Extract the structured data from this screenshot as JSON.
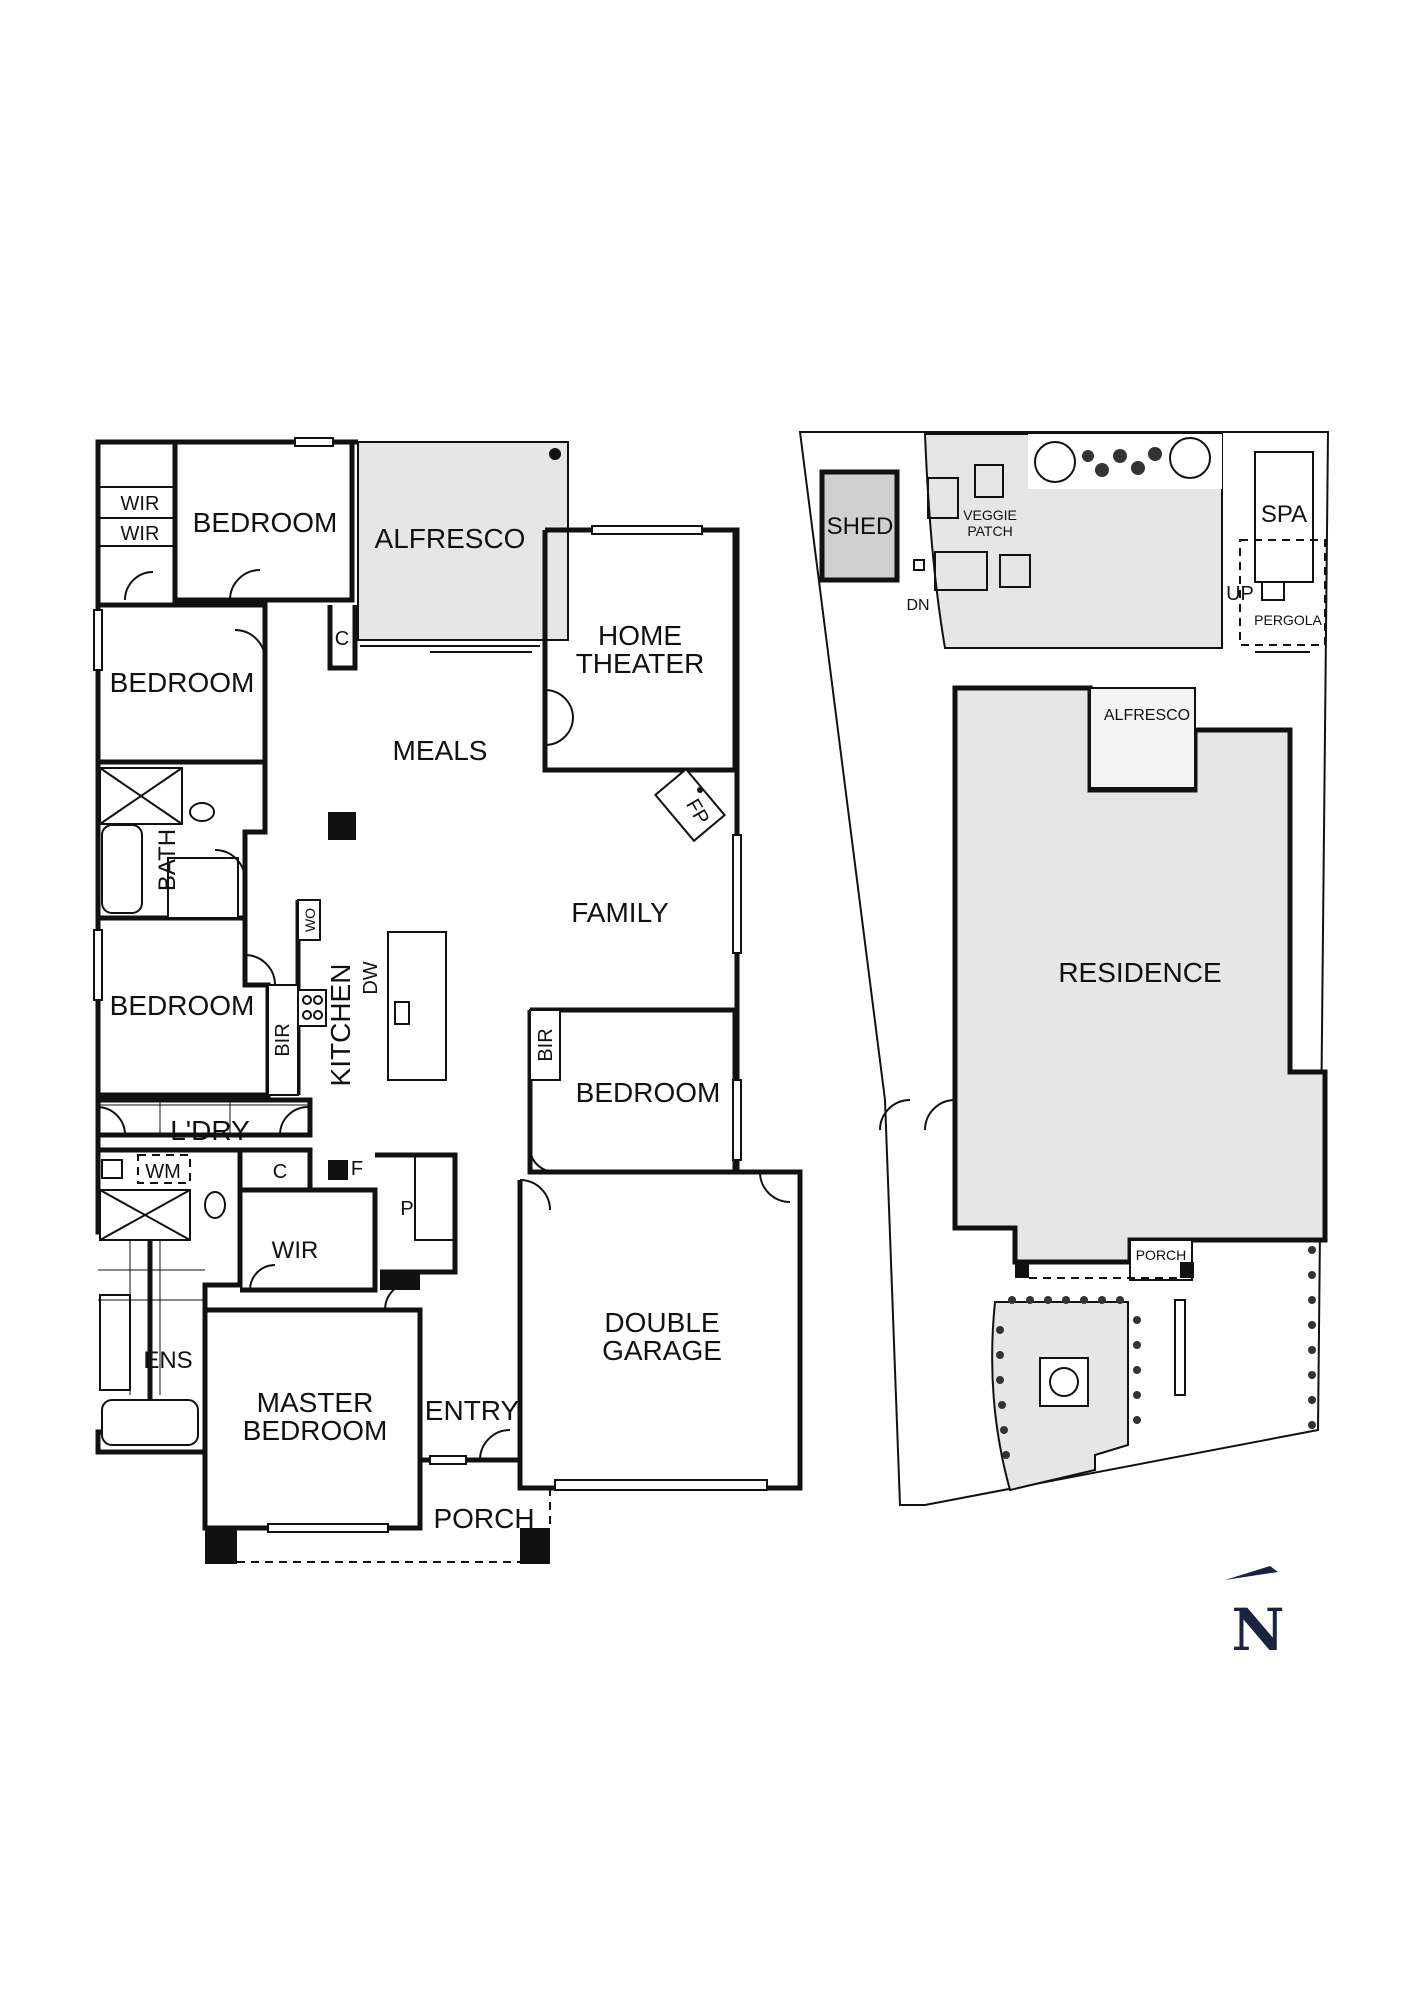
{
  "floor_plan": {
    "rooms": {
      "bedroom_north": "BEDROOM",
      "wir_1": "WIR",
      "wir_2": "WIR",
      "alfresco": "ALFRESCO",
      "home_theater_1": "HOME",
      "home_theater_2": "THEATER",
      "c_store": "C",
      "bedroom_west": "BEDROOM",
      "meals": "MEALS",
      "bath": "BATH",
      "fp": "FP",
      "family": "FAMILY",
      "wo": "WO",
      "dw": "DW",
      "kitchen": "KITCHEN",
      "bedroom_mid": "BEDROOM",
      "bir_1": "BIR",
      "bir_2": "BIR",
      "bedroom_east": "BEDROOM",
      "ldry": "L'DRY",
      "wm": "WM",
      "c_linen": "C",
      "f": "F",
      "p": "P",
      "wir_master": "WIR",
      "ens": "ENS",
      "master_1": "MASTER",
      "master_2": "BEDROOM",
      "entry": "ENTRY",
      "garage_1": "DOUBLE",
      "garage_2": "GARAGE",
      "porch": "PORCH"
    }
  },
  "site_plan": {
    "labels": {
      "shed": "SHED",
      "veggie_1": "VEGGIE",
      "veggie_2": "PATCH",
      "dn": "DN",
      "spa": "SPA",
      "up": "UP",
      "pergola": "PERGOLA",
      "alfresco": "ALFRESCO",
      "residence": "RESIDENCE",
      "porch": "PORCH"
    }
  },
  "compass": {
    "label": "N"
  },
  "colors": {
    "wall": "#111111",
    "shade": "#e6e6e6",
    "compass": "#1c2340"
  }
}
